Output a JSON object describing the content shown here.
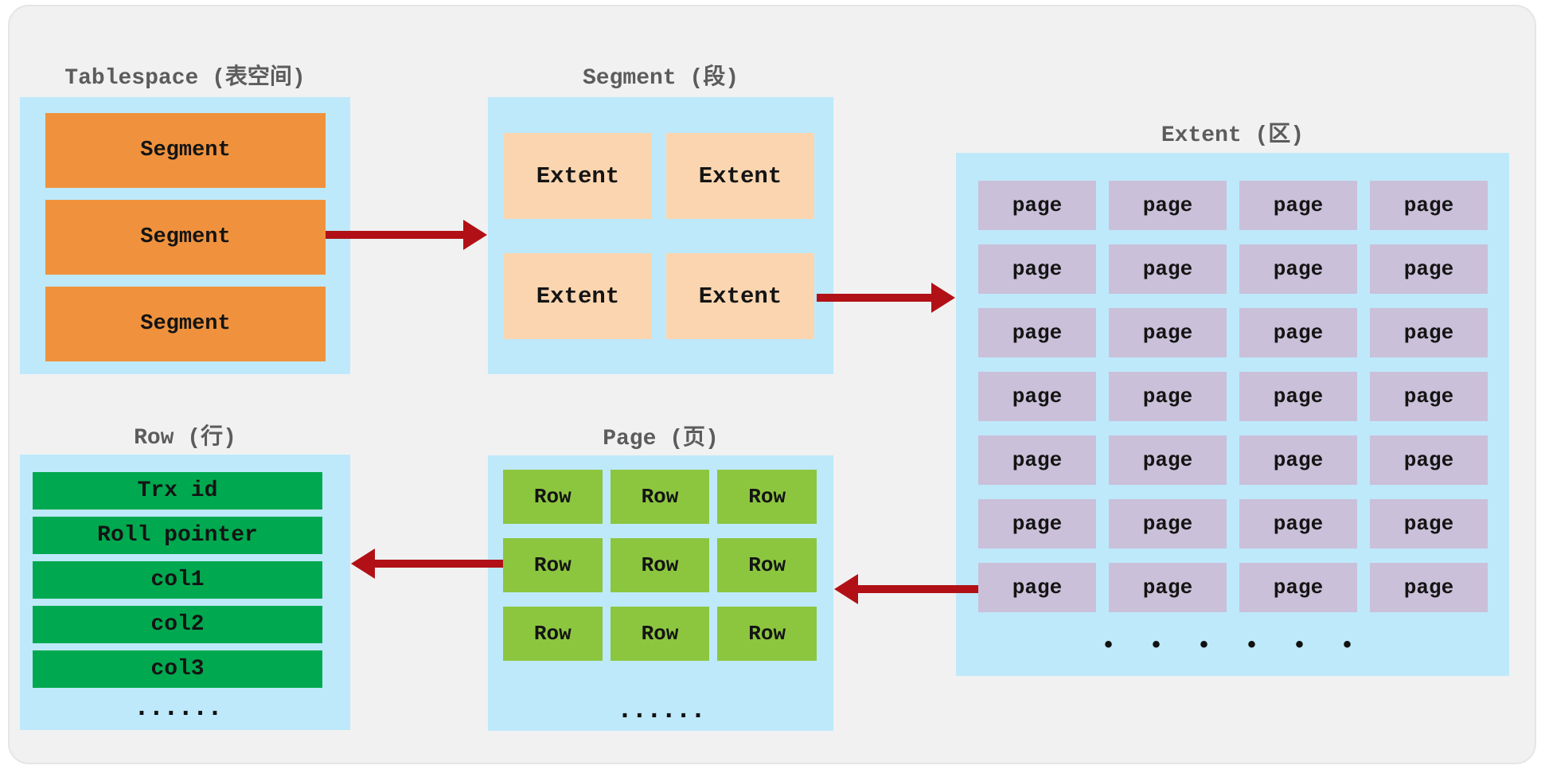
{
  "diagram": {
    "tablespace": {
      "title": "Tablespace (表空间)",
      "segments": [
        "Segment",
        "Segment",
        "Segment"
      ]
    },
    "segment": {
      "title": "Segment (段)",
      "extents": [
        "Extent",
        "Extent",
        "Extent",
        "Extent"
      ]
    },
    "extent": {
      "title": "Extent (区)",
      "grid": {
        "rows": 7,
        "cols": 4,
        "cell_label": "page"
      },
      "ellipsis": "• • • • • •"
    },
    "page": {
      "title": "Page (页)",
      "grid": {
        "rows": 3,
        "cols": 3,
        "cell_label": "Row"
      },
      "ellipsis": "......"
    },
    "row": {
      "title": "Row (行)",
      "fields": [
        "Trx id",
        "Roll pointer",
        "col1",
        "col2",
        "col3"
      ],
      "ellipsis": "......"
    }
  },
  "colors": {
    "panel_gray": "#F1F1F2",
    "container_blue": "#BEE9FB",
    "segment_orange": "#F0923D",
    "extent_peach": "#FAD5AF",
    "page_lavender": "#CAC0D9",
    "row_light_green": "#8CC63F",
    "field_dark_green": "#00A94F",
    "arrow_red": "#B11116",
    "title_gray": "#5C5C5C"
  }
}
